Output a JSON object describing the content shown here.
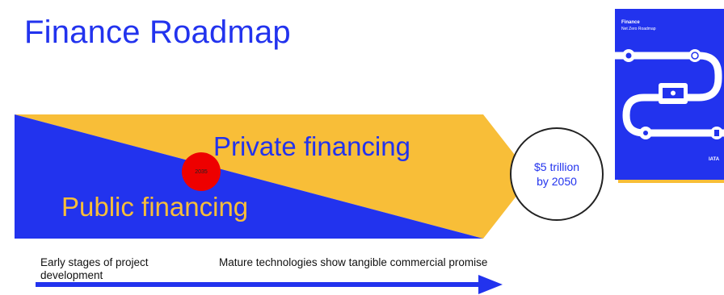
{
  "title": "Finance Roadmap",
  "diagram": {
    "private_label": "Private financing",
    "public_label": "Public financing",
    "milestone_year": "2035",
    "target_line1": "$5 trillion",
    "target_line2": "by 2050",
    "stage_early": "Early stages of project development",
    "stage_mature": "Mature technologies show tangible commercial promise"
  },
  "report_cover": {
    "title": "Finance",
    "subtitle": "Net Zero Roadmap",
    "logo_text": "IATA"
  },
  "colors": {
    "blue": "#2233ee",
    "yellow": "#f8be38",
    "red": "#ee0000"
  }
}
